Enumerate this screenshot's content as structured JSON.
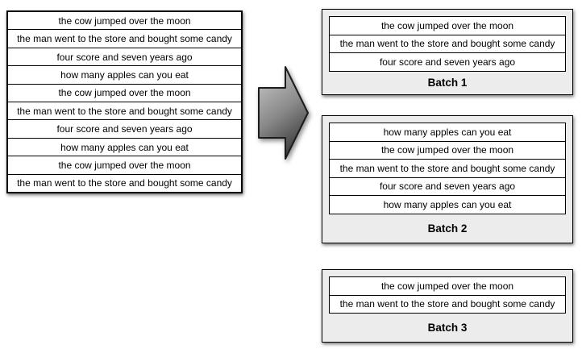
{
  "diagram": {
    "source_list": {
      "rows": [
        "the cow jumped over the moon",
        "the man went to the store and bought some candy",
        "four score and seven years ago",
        "how many apples can you eat",
        "the cow jumped over the moon",
        "the man went to the store and bought some candy",
        "four score and seven years ago",
        "how many apples can you eat",
        "the cow jumped over the moon",
        "the man went to the store and bought some candy"
      ]
    },
    "arrow": {
      "icon": "right-block-arrow"
    },
    "batches": [
      {
        "label": "Batch 1",
        "rows": [
          "the cow jumped over the moon",
          "the man went to the store and bought some candy",
          "four score and seven years ago"
        ]
      },
      {
        "label": "Batch 2",
        "rows": [
          "how many apples can you eat",
          "the cow jumped over the moon",
          "the man went to the store and bought some candy",
          "four score and seven years ago",
          "how many apples can you eat"
        ]
      },
      {
        "label": "Batch 3",
        "rows": [
          "the cow jumped over the moon",
          "the man went to the store and bought some candy"
        ]
      }
    ],
    "colors": {
      "row_bg": "#ffffff",
      "batch_bg": "#ececec",
      "border": "#000000",
      "arrow_light": "#c9c9c9",
      "arrow_dark": "#3d3d3d",
      "arrow_outline": "#1c1c1c"
    }
  }
}
